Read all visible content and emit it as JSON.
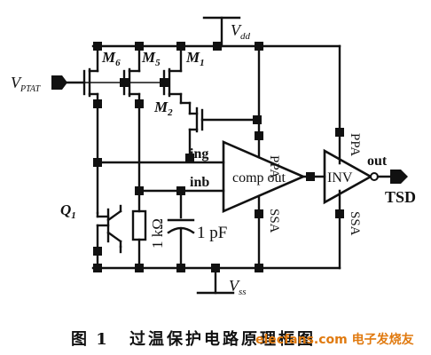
{
  "labels": {
    "vdd_main": "V",
    "vdd_sub": "dd",
    "vss_main": "V",
    "vss_sub": "ss",
    "vptat_main": "V",
    "vptat_sub": "PTAT",
    "m6_main": "M",
    "m6_sub": "6",
    "m5_main": "M",
    "m5_sub": "5",
    "m1_main": "M",
    "m1_sub": "1",
    "m2_main": "M",
    "m2_sub": "2",
    "q1_main": "Q",
    "q1_sub": "1",
    "ing": "ing",
    "inb": "inb",
    "comp_out": "comp out",
    "inv": "INV",
    "out": "out",
    "tsd": "TSD",
    "ppa1": "PPA",
    "ppa2": "PPA",
    "ssa1": "SSA",
    "ssa2": "SSA",
    "res": "1 kΩ",
    "cap": "1 pF"
  },
  "caption": {
    "figure": "图 1",
    "title": "过温保护电路原理框图",
    "watermark": "elecfans.com 电子发烧友"
  }
}
